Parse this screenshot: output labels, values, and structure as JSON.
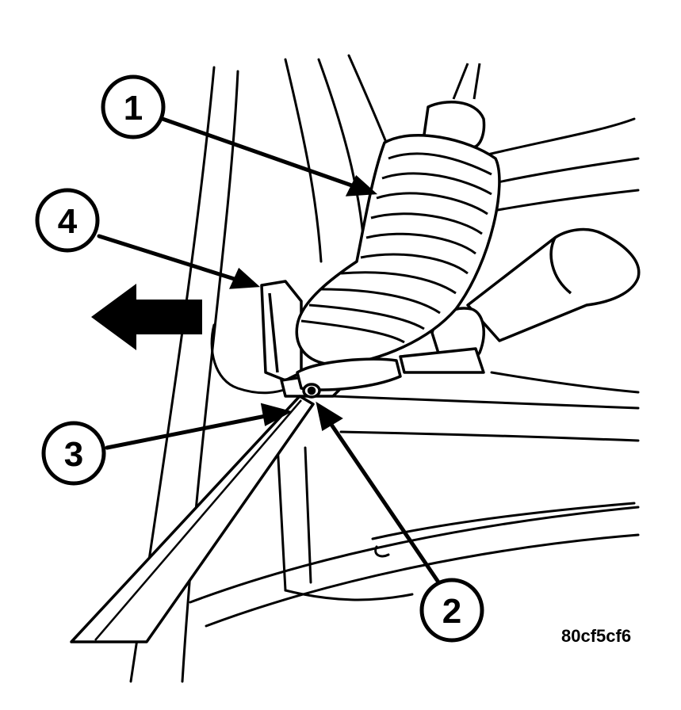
{
  "callouts": [
    {
      "id": "1",
      "label": "1"
    },
    {
      "id": "2",
      "label": "2"
    },
    {
      "id": "3",
      "label": "3"
    },
    {
      "id": "4",
      "label": "4"
    }
  ],
  "reference_code": "80cf5cf6",
  "colors": {
    "ink": "#000000",
    "paper": "#ffffff"
  }
}
